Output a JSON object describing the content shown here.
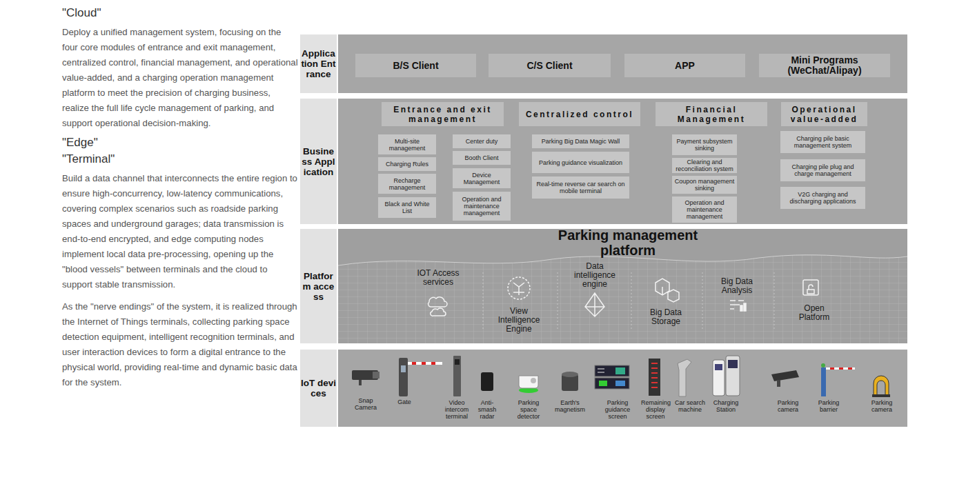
{
  "diagram": {
    "nodes": [
      {
        "text": [
          "Application Entrance"
        ]
      },
      {
        "text": [
          "B/S Client"
        ],
        "in": 0
      },
      {
        "text": [
          "C/S Client"
        ],
        "in": 0
      },
      {
        "text": [
          "APP"
        ],
        "in": 0
      },
      {
        "text": [
          "Mini Programs (WeChat/Alipay)"
        ],
        "in": 0
      },
      {
        "text": [
          "Business Application"
        ]
      },
      {
        "text": [
          "Entrance and exit management"
        ],
        "in": 5
      },
      {
        "text": [
          "Multi-site management"
        ],
        "in": 5
      },
      {
        "text": [
          "Charging Rules"
        ],
        "in": 5
      },
      {
        "text": [
          "Recharge management"
        ],
        "in": 5
      },
      {
        "text": [
          "Black and White List"
        ],
        "in": 5
      },
      {
        "text": [
          "Center duty"
        ],
        "in": 5
      },
      {
        "text": [
          "Booth Client"
        ],
        "in": 5
      },
      {
        "text": [
          "Device Management"
        ],
        "in": 5
      },
      {
        "text": [
          "Operation and maintenance management"
        ],
        "in": 5
      },
      {
        "text": [
          "Centralized control"
        ],
        "in": 5
      },
      {
        "text": [
          "Parking Big Data Magic Wall"
        ],
        "in": 5
      },
      {
        "text": [
          "Parking guidance visualization"
        ],
        "in": 5
      },
      {
        "text": [
          "Real-time reverse car search on mobile terminal"
        ],
        "in": 5
      },
      {
        "text": [
          "Financial Management"
        ],
        "in": 5
      },
      {
        "text": [
          "Payment subsystem sinking"
        ],
        "in": 5
      },
      {
        "text": [
          "Clearing and reconciliation system"
        ],
        "in": 5
      },
      {
        "text": [
          "Coupon management sinking"
        ],
        "in": 5
      },
      {
        "text": [
          "Operation and maintenance management"
        ],
        "in": 5
      },
      {
        "text": [
          "Operational value-added"
        ],
        "in": 5
      },
      {
        "text": [
          "Charging pile basic management system"
        ],
        "in": 5
      },
      {
        "text": [
          "Charging pile plug and charge management"
        ],
        "in": 5
      },
      {
        "text": [
          "V2G charging and discharging applications"
        ],
        "in": 5
      },
      {
        "text": [
          "Platform access",
          "Parking management platform"
        ]
      },
      {
        "text": [
          "IoT devices"
        ]
      }
    ],
    "labels": [
      "\"Cloud\"",
      "Deploy a unified management system, focusing on the four core modules of entrance and exit management, centralized control, financial management, and operational value-added, and a charging operation management platform to meet the precision of charging business, realize the full life cycle management of parking, and support operational decision-making.",
      "\"Edge\"",
      "\"Terminal\"",
      "Build a data channel that interconnects the entire region to ensure high-concurrency, low-latency communications, covering complex scenarios such as roadside parking spaces and underground garages; data transmission is end-to-end encrypted, and edge computing nodes implement local data pre-processing, opening up the \"blood vessels\" between terminals and the cloud to support stable transmission.",
      "As the \"nerve endings\" of the system, it is realized through the Internet of Things terminals, collecting parking space detection equipment, intelligent recognition terminals, and user interaction devices to form a digital entrance to the physical world, providing real-time and dynamic basic data for the system.",
      "IOT Access services",
      "View Intelligence Engine",
      "Data intelligence engine",
      "Big Data Storage",
      "Big Data Analysis",
      "Open Platform",
      "Snap Camera",
      "Gate",
      "Video intercom terminal",
      "Anti-smash radar",
      "Parking space detector",
      "Earth's magnetism",
      "Parking guidance screen",
      "Remaining display screen",
      "Car search machine",
      "Charging Station",
      "Parking camera",
      "Parking barrier",
      "Parking camera"
    ]
  }
}
